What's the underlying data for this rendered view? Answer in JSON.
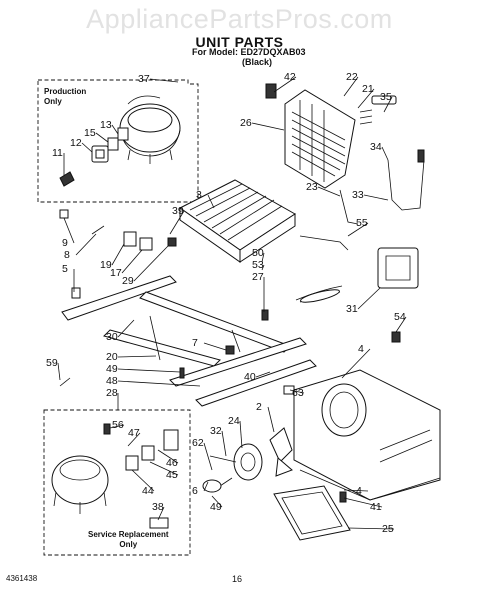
{
  "watermark": "AppliancePartsPros.com",
  "title": "UNIT PARTS",
  "model": "For Model: ED27DQXAB03",
  "color": "(Black)",
  "production_box_label": "Production\nOnly",
  "service_box_label": "Service Replacement\nOnly",
  "footer_code": "4361438",
  "page_number": "16",
  "callouts": [
    "37",
    "42",
    "22",
    "21",
    "35",
    "26",
    "13",
    "15",
    "12",
    "11",
    "34",
    "3",
    "23",
    "33",
    "55",
    "39",
    "9",
    "8",
    "19",
    "17",
    "29",
    "5",
    "50",
    "53",
    "27",
    "31",
    "54",
    "30",
    "7",
    "59",
    "20",
    "49",
    "48",
    "40",
    "28",
    "63",
    "4",
    "56",
    "47",
    "62",
    "32",
    "24",
    "2",
    "46",
    "45",
    "44",
    "6",
    "38",
    "41",
    "25"
  ]
}
